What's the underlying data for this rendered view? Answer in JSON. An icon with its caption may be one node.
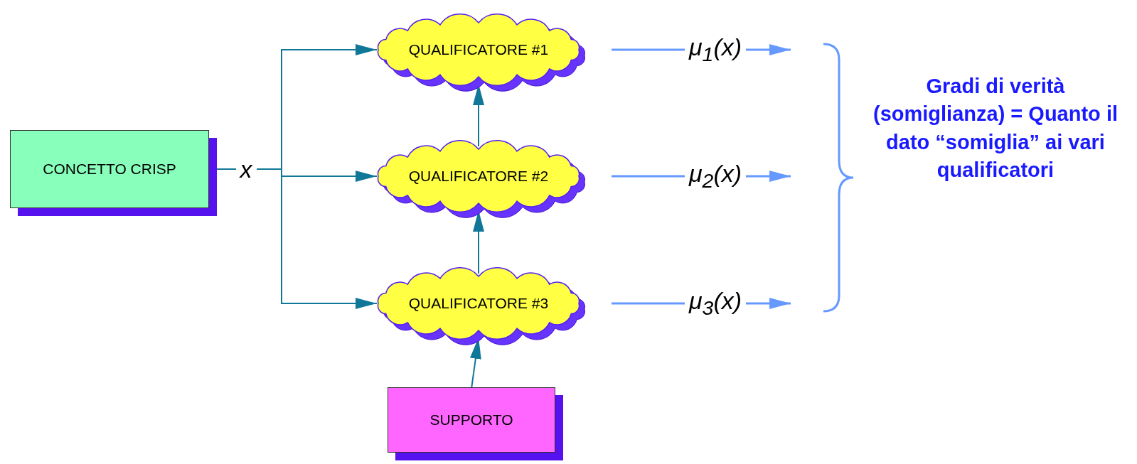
{
  "diagram": {
    "nodes": [
      {
        "text": [
          "CONCETTO CRISP"
        ]
      },
      {
        "text": [
          "QUALIFICATORE #1"
        ]
      },
      {
        "text": [
          "QUALIFICATORE #2"
        ]
      },
      {
        "text": [
          "QUALIFICATORE #3"
        ]
      },
      {
        "text": [
          "SUPPORTO"
        ]
      }
    ],
    "edges": [
      {
        "from": 0,
        "to": 1,
        "arrow": "to"
      },
      {
        "from": 0,
        "to": 2,
        "arrow": "to",
        "label": "x"
      },
      {
        "from": 0,
        "to": 3,
        "arrow": "to"
      },
      {
        "from": 4,
        "to": 3,
        "arrow": "to"
      },
      {
        "from": 3,
        "to": 2,
        "arrow": "to"
      },
      {
        "from": 2,
        "to": 1,
        "arrow": "to"
      },
      {
        "from": 1,
        "to": null,
        "arrow": "to",
        "label": "μ$_{1}$(x)",
        "color": "#6699ff"
      },
      {
        "from": 2,
        "to": null,
        "arrow": "to",
        "label": "μ$_{2}$(x)",
        "color": "#6699ff"
      },
      {
        "from": 3,
        "to": null,
        "arrow": "to",
        "label": "μ$_{3}$(x)",
        "color": "#6699ff"
      }
    ],
    "labels": [
      "Gradi di verità (somiglianza) = Quanto il dato “somiglia” ai vari qualificatori"
    ]
  }
}
